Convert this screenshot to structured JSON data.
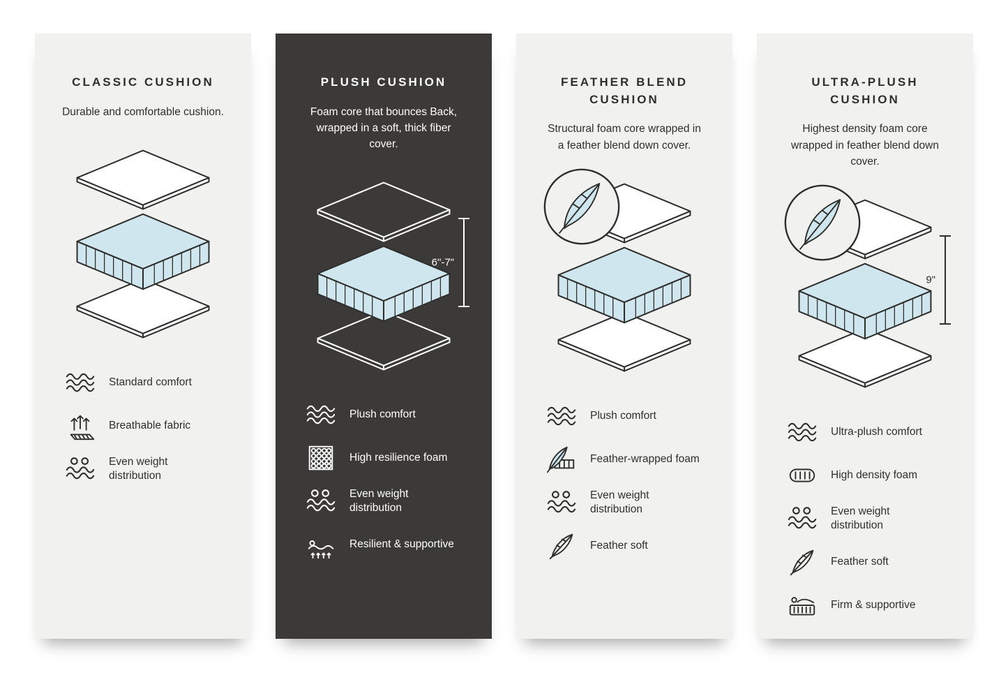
{
  "colors": {
    "page_background": "#ffffff",
    "card_background": "#f1f1ef",
    "dark_card_background": "#3b3a38",
    "foam_fill": "#cfe6ee",
    "text_dark": "#2f2f2d",
    "text_light": "#ffffff"
  },
  "cards": [
    {
      "title": "CLASSIC CUSHION",
      "description": "Durable and comfortable cushion.",
      "features": [
        {
          "icon": "waves-icon",
          "label": "Standard comfort"
        },
        {
          "icon": "breathable-fabric-icon",
          "label": "Breathable fabric"
        },
        {
          "icon": "even-weight-icon",
          "label": "Even weight distribution"
        }
      ]
    },
    {
      "title": "PLUSH CUSHION",
      "description": "Foam core that bounces Back, wrapped in a soft, thick fiber cover.",
      "dimension": "6\"-7\"",
      "features": [
        {
          "icon": "waves-icon",
          "label": "Plush comfort"
        },
        {
          "icon": "high-resilience-foam-icon",
          "label": "High resilience foam"
        },
        {
          "icon": "even-weight-icon",
          "label": "Even weight distribution"
        },
        {
          "icon": "resilient-supportive-icon",
          "label": "Resilient & supportive"
        }
      ]
    },
    {
      "title": "FEATHER BLEND CUSHION",
      "description": "Structural foam core wrapped in a feather blend down cover.",
      "features": [
        {
          "icon": "waves-icon",
          "label": "Plush comfort"
        },
        {
          "icon": "feather-wrapped-foam-icon",
          "label": "Feather-wrapped foam"
        },
        {
          "icon": "even-weight-icon",
          "label": "Even weight distribution"
        },
        {
          "icon": "feather-icon",
          "label": "Feather soft"
        }
      ]
    },
    {
      "title": "ULTRA-PLUSH CUSHION",
      "description": "Highest density foam core wrapped in feather blend down cover.",
      "dimension": "9\"",
      "features": [
        {
          "icon": "waves-icon",
          "label": "Ultra-plush comfort"
        },
        {
          "icon": "high-density-foam-icon",
          "label": "High density foam"
        },
        {
          "icon": "even-weight-icon",
          "label": "Even weight distribution"
        },
        {
          "icon": "feather-icon",
          "label": "Feather soft"
        },
        {
          "icon": "firm-supportive-icon",
          "label": "Firm & supportive"
        }
      ]
    }
  ]
}
